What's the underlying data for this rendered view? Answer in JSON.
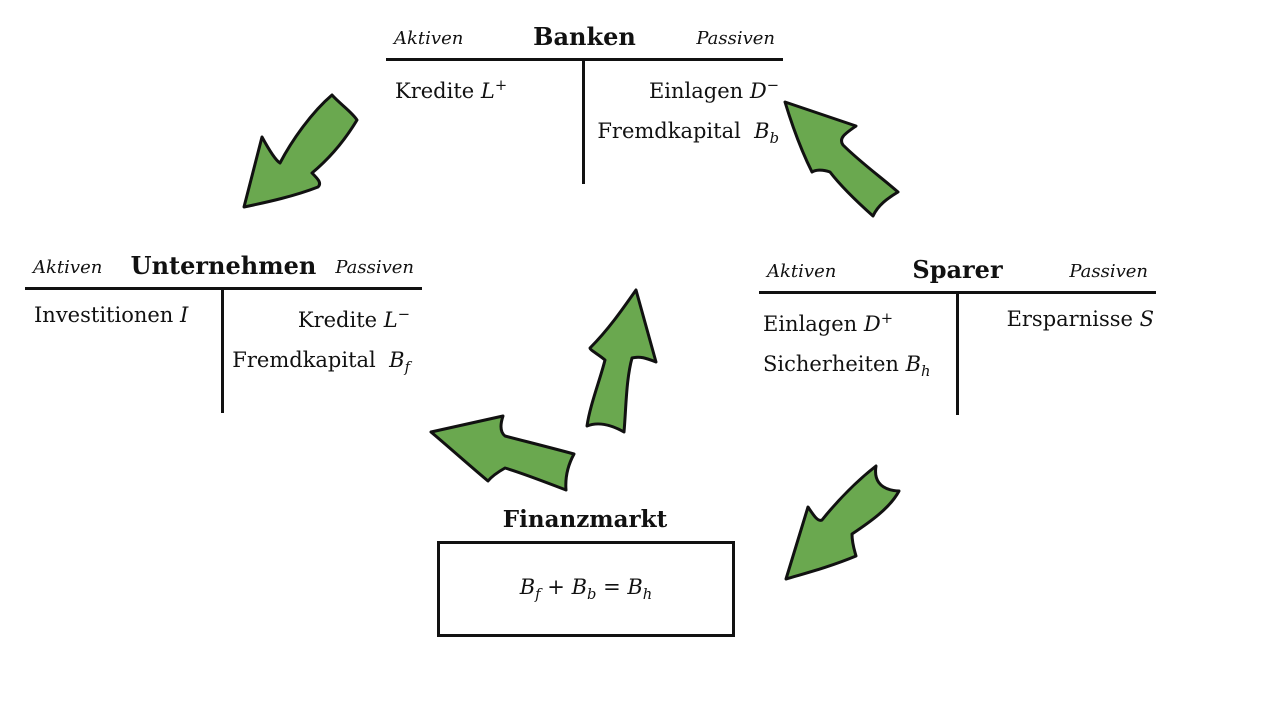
{
  "banken": {
    "title": "Banken",
    "aktiv_label": "Aktiven",
    "passiv_label": "Passiven",
    "aktiva": [
      {
        "text": "Kredite ",
        "symbol": "L",
        "sup": "+",
        "sub": ""
      }
    ],
    "passiva": [
      {
        "text": "Einlagen ",
        "symbol": "D",
        "sup": "−",
        "sub": ""
      },
      {
        "text": "Fremdkapital  ",
        "symbol": "B",
        "sup": "",
        "sub": "b"
      }
    ]
  },
  "unternehmen": {
    "title": "Unternehmen",
    "aktiv_label": "Aktiven",
    "passiv_label": "Passiven",
    "aktiva": [
      {
        "text": "Investitionen ",
        "symbol": "I",
        "sup": "",
        "sub": ""
      }
    ],
    "passiva": [
      {
        "text": "Kredite ",
        "symbol": "L",
        "sup": "−",
        "sub": ""
      },
      {
        "text": "Fremdkapital  ",
        "symbol": "B",
        "sup": "",
        "sub": "f"
      }
    ]
  },
  "sparer": {
    "title": "Sparer",
    "aktiv_label": "Aktiven",
    "passiv_label": "Passiven",
    "aktiva": [
      {
        "text": "Einlagen ",
        "symbol": "D",
        "sup": "+",
        "sub": ""
      },
      {
        "text": "Sicherheiten ",
        "symbol": "B",
        "sup": "",
        "sub": "h"
      }
    ],
    "passiva": [
      {
        "text": "Ersparnisse ",
        "symbol": "S",
        "sup": "",
        "sub": ""
      }
    ]
  },
  "finanzmarkt": {
    "title": "Finanzmarkt",
    "equation": [
      {
        "symbol": "B",
        "sub": "f"
      },
      {
        "op": " + "
      },
      {
        "symbol": "B",
        "sub": "b"
      },
      {
        "op": " = "
      },
      {
        "symbol": "B",
        "sub": "h"
      }
    ]
  },
  "colors": {
    "arrow_fill": "#6aa84f",
    "stroke": "#111111"
  }
}
